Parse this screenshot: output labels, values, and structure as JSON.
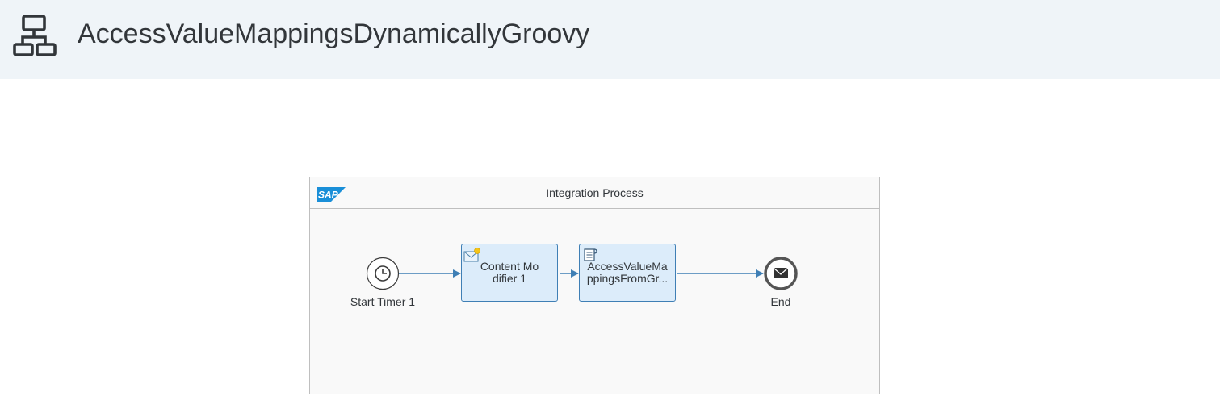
{
  "header": {
    "title": "AccessValueMappingsDynamicallyGroovy",
    "icon": "integration-flow-icon"
  },
  "diagram": {
    "pool_title": "Integration Process",
    "logo_text": "SAP",
    "start_event": {
      "label": "Start Timer 1",
      "icon": "timer-icon"
    },
    "tasks": [
      {
        "label": "Content Modifier 1",
        "icon": "content-modifier-icon"
      },
      {
        "label": "AccessValueMappingsFromGr...",
        "icon": "script-icon"
      }
    ],
    "end_event": {
      "label": "End",
      "icon": "envelope-icon"
    }
  },
  "colors": {
    "header_bg": "#eff4f8",
    "task_fill": "#dcecfa",
    "task_border": "#3f7fb5",
    "connector": "#3f7fb5",
    "sap_blue": "#1a8fd8"
  }
}
